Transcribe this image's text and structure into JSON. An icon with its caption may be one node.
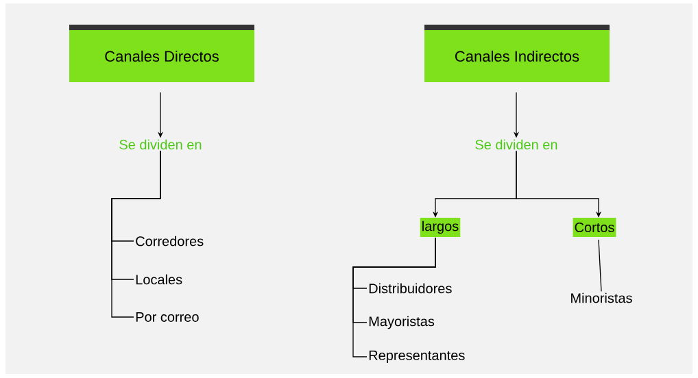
{
  "diagram": {
    "nodes": [
      {
        "text": [
          "Canales Directos"
        ]
      },
      {
        "text": [
          "Se dividen en"
        ]
      },
      {
        "text": [
          "Corredores"
        ]
      },
      {
        "text": [
          "Locales"
        ]
      },
      {
        "text": [
          "Por correo"
        ]
      },
      {
        "text": [
          "Canales Indirectos"
        ]
      },
      {
        "text": [
          "Se dividen en"
        ]
      },
      {
        "text": [
          "largos"
        ]
      },
      {
        "text": [
          "Cortos"
        ]
      },
      {
        "text": [
          "Distribuidores"
        ]
      },
      {
        "text": [
          "Mayoristas"
        ]
      },
      {
        "text": [
          "Representantes"
        ]
      },
      {
        "text": [
          "Minoristas"
        ]
      }
    ],
    "edges": [
      {
        "from": 0,
        "to": 1,
        "arrow": "to"
      },
      {
        "from": 1,
        "to": 2,
        "arrow": "none"
      },
      {
        "from": 1,
        "to": 3,
        "arrow": "none"
      },
      {
        "from": 1,
        "to": 4,
        "arrow": "none"
      },
      {
        "from": 5,
        "to": 6,
        "arrow": "to"
      },
      {
        "from": 6,
        "to": 7,
        "arrow": "to"
      },
      {
        "from": 6,
        "to": 8,
        "arrow": "to"
      },
      {
        "from": 7,
        "to": 9,
        "arrow": "none"
      },
      {
        "from": 7,
        "to": 10,
        "arrow": "none"
      },
      {
        "from": 7,
        "to": 11,
        "arrow": "none"
      },
      {
        "from": 8,
        "to": 12,
        "arrow": "none"
      }
    ]
  }
}
